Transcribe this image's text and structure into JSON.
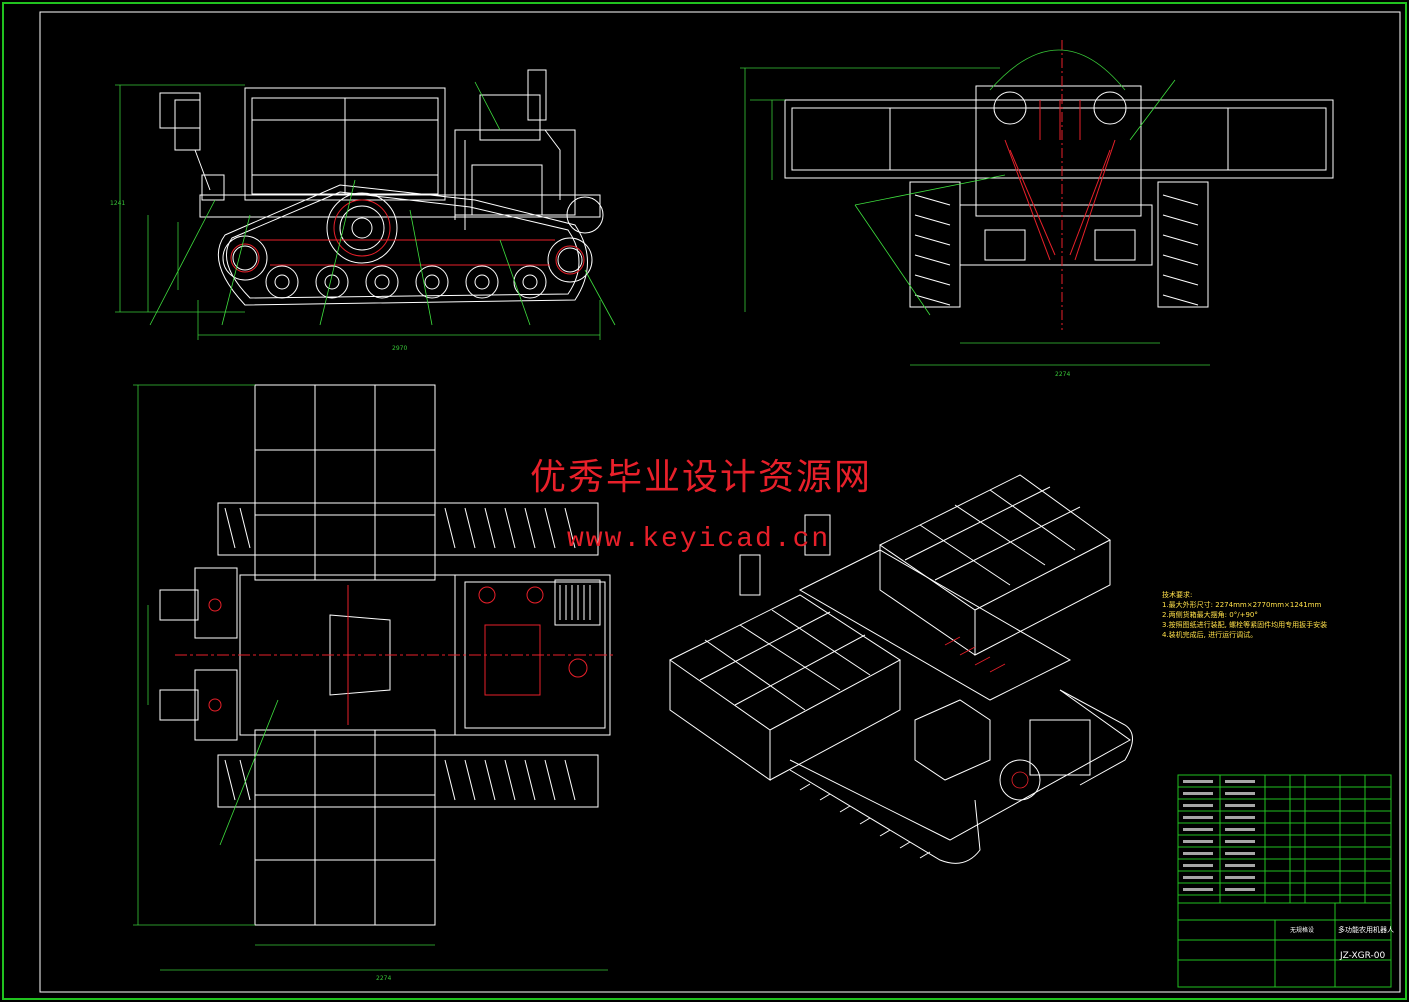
{
  "watermark": {
    "title": "优秀毕业设计资源网",
    "url": "www.keyicad.cn"
  },
  "notes": {
    "heading": "技术要求:",
    "lines": [
      "1.最大外形尺寸: 2274mm×2770mm×1241mm",
      "2.两侧货箱最大摆角: 0°/+90°",
      "3.按照图纸进行装配, 螺栓等紧固件均用专用扳手安装",
      "4.装机完成后, 进行运行调试。"
    ]
  },
  "title_block": {
    "drawing_no": "JZ-XGR-00",
    "name": "多功能农用机器人",
    "material": "无规格设"
  },
  "dimensions": {
    "side_length": "2970",
    "side_height": "1241",
    "front_width": "2274",
    "plan_width": "2274"
  },
  "colors": {
    "frame": "#21c11f",
    "line": "#ffffff",
    "dim": "#38c838",
    "accent": "#e8202a",
    "leader": "#3ee03e"
  }
}
